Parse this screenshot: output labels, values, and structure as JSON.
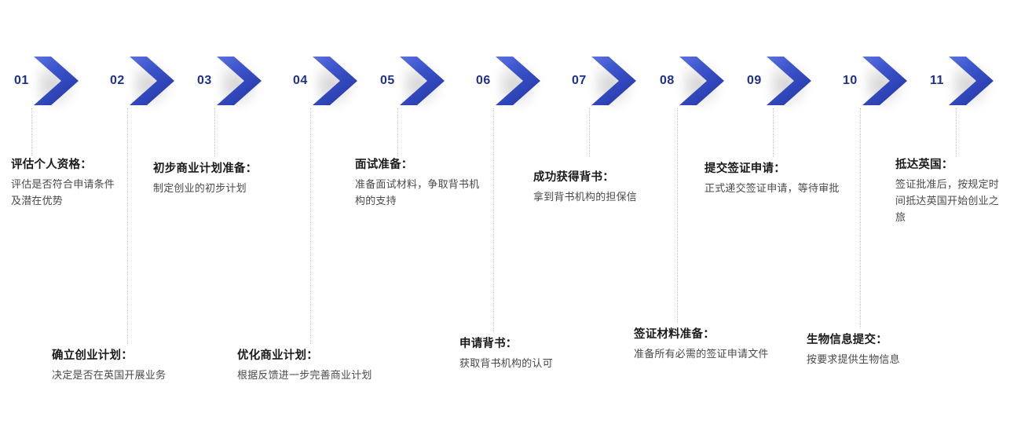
{
  "meta": {
    "accent_blue_light": "#4A63D8",
    "accent_blue_dark": "#2338A8",
    "number_color": "#1F3190",
    "title_color": "#1A1A1A",
    "desc_color": "#4A4A4A",
    "connector_color": "#C9C9C9",
    "background": "#FFFFFF"
  },
  "steps": [
    {
      "number": "01",
      "title": "评估个人资格：",
      "desc": "评估是否符合申请条件及潜在优势",
      "position": "top"
    },
    {
      "number": "02",
      "title": "确立创业计划：",
      "desc": "决定是否在英国开展业务",
      "position": "bottom"
    },
    {
      "number": "03",
      "title": "初步商业计划准备：",
      "desc": "制定创业的初步计划",
      "position": "top"
    },
    {
      "number": "04",
      "title": "优化商业计划：",
      "desc": "根据反馈进一步完善商业计划",
      "position": "bottom"
    },
    {
      "number": "05",
      "title": "面试准备：",
      "desc": "准备面试材料，争取背书机构的支持",
      "position": "top"
    },
    {
      "number": "06",
      "title": "申请背书：",
      "desc": "获取背书机构的认可",
      "position": "bottom"
    },
    {
      "number": "07",
      "title": "成功获得背书：",
      "desc": "拿到背书机构的担保信",
      "position": "top"
    },
    {
      "number": "08",
      "title": "签证材料准备：",
      "desc": "准备所有必需的签证申请文件",
      "position": "bottom"
    },
    {
      "number": "09",
      "title": "提交签证申请：",
      "desc": "正式递交签证申请，等待审批",
      "position": "top"
    },
    {
      "number": "10",
      "title": "生物信息提交：",
      "desc": "按要求提供生物信息",
      "position": "bottom"
    },
    {
      "number": "11",
      "title": "抵达英国：",
      "desc": "签证批准后，按规定时间抵达英国开始创业之旅",
      "position": "top"
    }
  ]
}
